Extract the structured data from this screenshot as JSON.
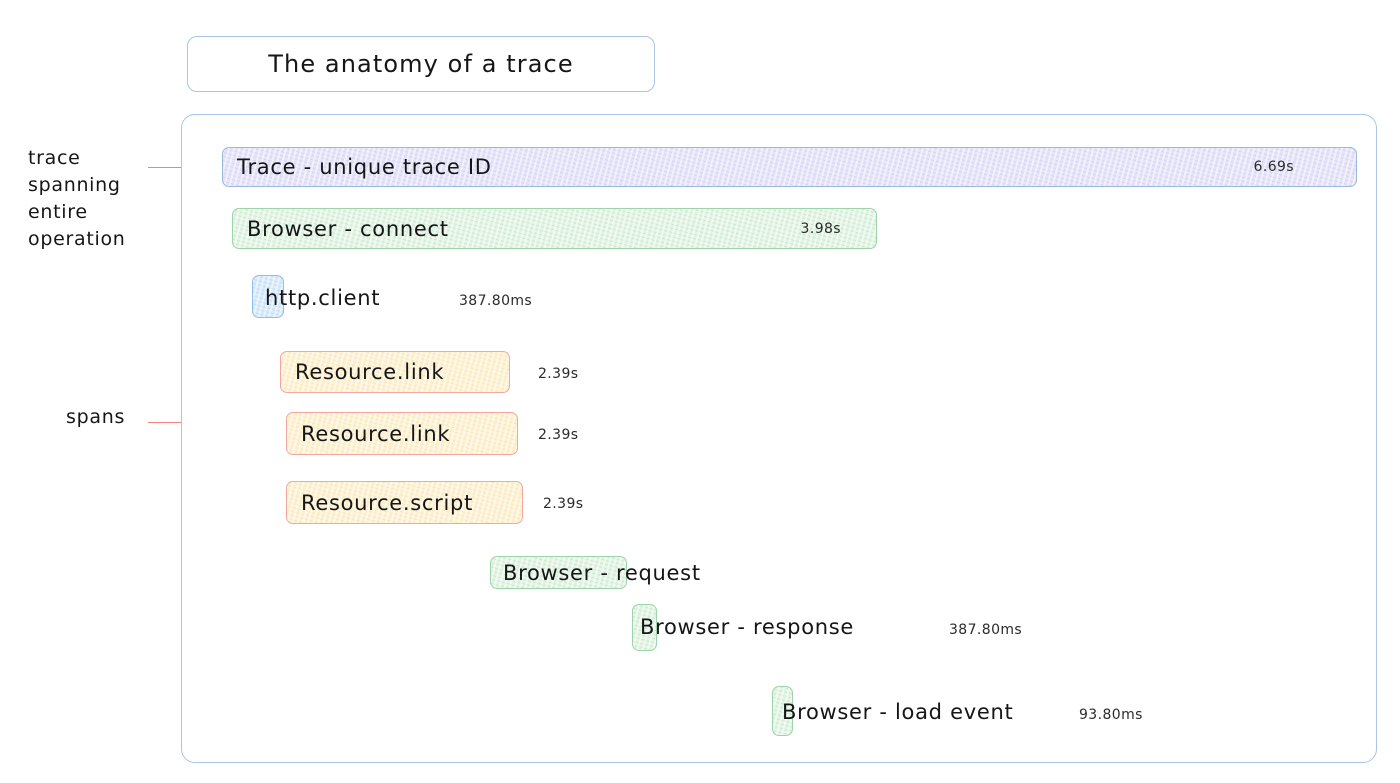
{
  "title": {
    "text": "The anatomy of a trace"
  },
  "annotations": [
    {
      "id": "trace-annotation",
      "text": "trace\nspanning\nentire\noperation"
    },
    {
      "id": "spans-annotation",
      "text": "spans"
    }
  ],
  "colors": {
    "frame_border": "#a8c4e6",
    "trace_fill": "#e5e3f9",
    "trace_border": "#9bb9de",
    "browser_fill": "#e3f4e5",
    "browser_border": "#9fd3a9",
    "http_fill": "#d9ebfb",
    "http_border": "#8fbfe8",
    "resource_fill": "#fdf1d2",
    "resource_border": "#f0a8a0",
    "leader_line": "#f2817f"
  },
  "chart_data": {
    "type": "bar",
    "title": "The anatomy of a trace",
    "xlabel": "",
    "ylabel": "",
    "spans": [
      {
        "name": "Trace - unique trace ID",
        "duration": "6.69s",
        "duration_ms": 6690,
        "kind": "trace",
        "color": "#e5e3f9",
        "duration_inside": true
      },
      {
        "name": "Browser - connect",
        "duration": "3.98s",
        "duration_ms": 3980,
        "kind": "span",
        "color": "#e3f4e5",
        "duration_inside": true
      },
      {
        "name": "http.client",
        "duration": "387.80ms",
        "duration_ms": 387.8,
        "kind": "span",
        "color": "#d9ebfb",
        "duration_inside": false
      },
      {
        "name": "Resource.link",
        "duration": "2.39s",
        "duration_ms": 2390,
        "kind": "span",
        "color": "#fdf1d2",
        "duration_inside": false
      },
      {
        "name": "Resource.link",
        "duration": "2.39s",
        "duration_ms": 2390,
        "kind": "span",
        "color": "#fdf1d2",
        "duration_inside": false
      },
      {
        "name": "Resource.script",
        "duration": "2.39s",
        "duration_ms": 2390,
        "kind": "span",
        "color": "#fdf1d2",
        "duration_inside": false
      },
      {
        "name": "Browser - request",
        "duration": "",
        "duration_ms": null,
        "kind": "span",
        "color": "#e3f4e5",
        "duration_inside": false
      },
      {
        "name": "Browser - response",
        "duration": "387.80ms",
        "duration_ms": 387.8,
        "kind": "span",
        "color": "#e3f4e5",
        "duration_inside": false
      },
      {
        "name": "Browser - load event",
        "duration": "93.80ms",
        "duration_ms": 93.8,
        "kind": "span",
        "color": "#e3f4e5",
        "duration_inside": false
      }
    ]
  }
}
